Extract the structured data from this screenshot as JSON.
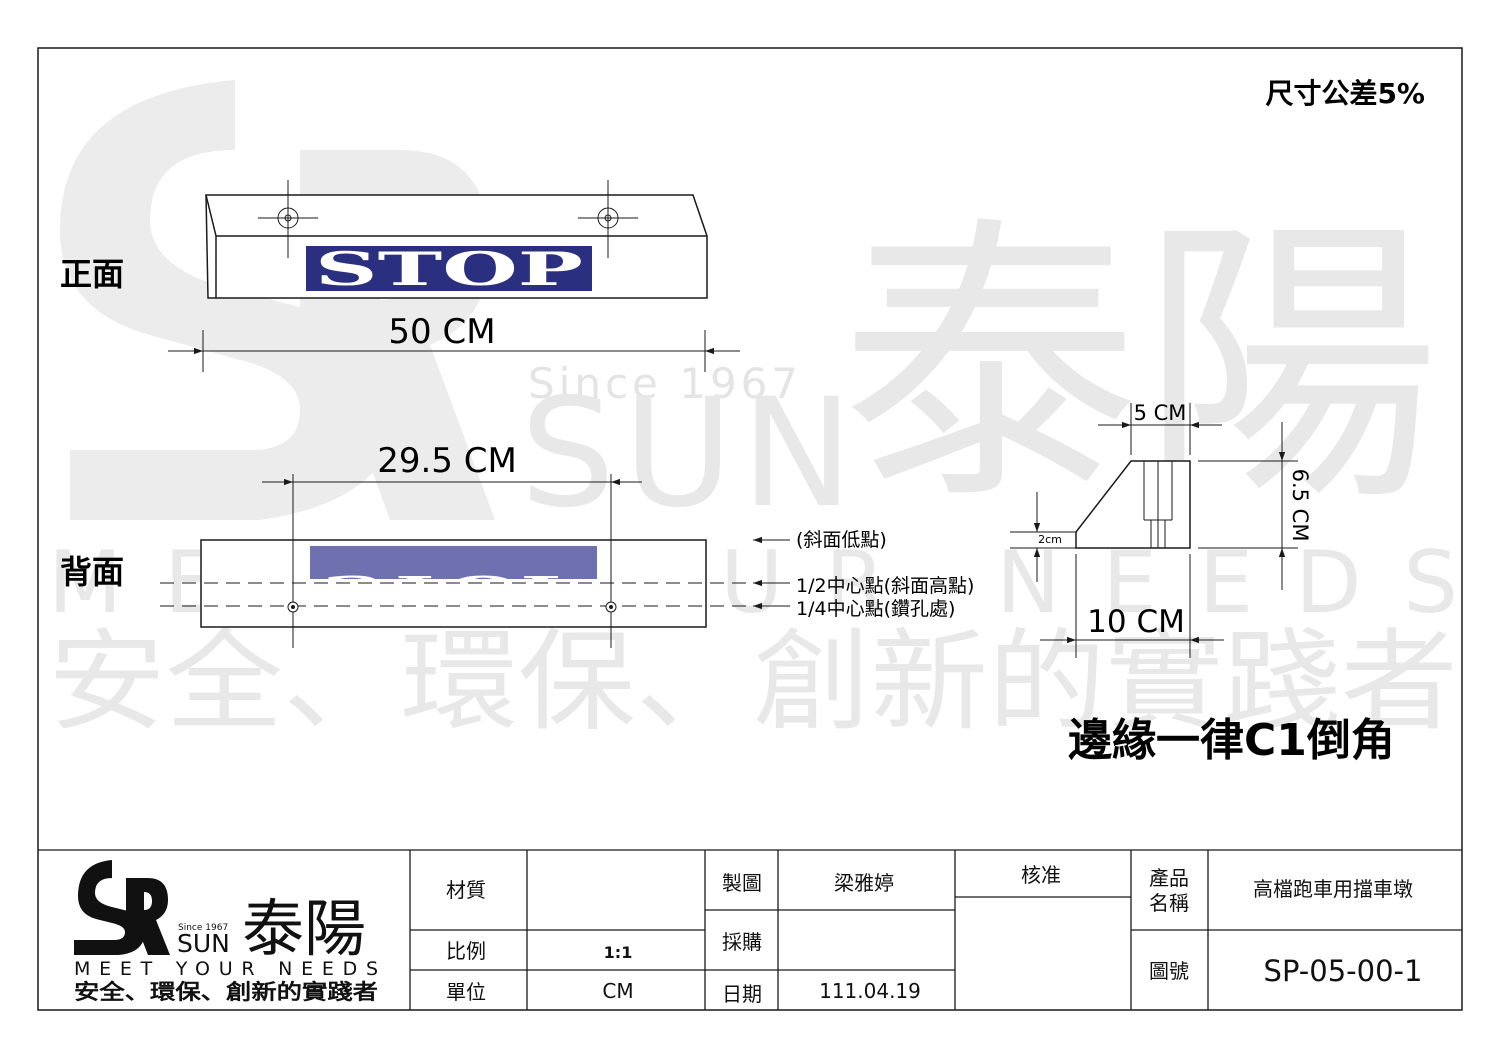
{
  "watermark": {
    "since": "Since 1967",
    "sun": "SUN",
    "slogan_en": "MEET YOUR NEEDS",
    "slogan_zh": "安全、環保、創新的實踐者",
    "brand_zh": "泰陽"
  },
  "drawing": {
    "tolerance": "尺寸公差5%",
    "front_label": "正面",
    "back_label": "背面",
    "stop_text": "STOP",
    "dim_length": "50 CM",
    "dim_hole_spacing": "29.5 CM",
    "dim_top": "5 CM",
    "dim_height": "6.5 CM",
    "dim_base": "10 CM",
    "dim_small": "2cm",
    "note_slope_low": "(斜面低點)",
    "note_half_center": "1/2中心點(斜面高點)",
    "note_quarter_center": "1/4中心點(鑽孔處)",
    "chamfer_note": "邊緣一律C1倒角",
    "colors": {
      "stop_front": "#2b2f7f",
      "stop_back": "#6f70b0",
      "line": "#1a1a1a",
      "watermark": "#e6e6e6"
    }
  },
  "title_block": {
    "logo_since": "Since 1967",
    "logo_sun": "SUN",
    "logo_brand": "泰陽",
    "logo_slogan_en": "MEET YOUR NEEDS",
    "logo_slogan_zh": "安全、環保、創新的實踐者",
    "material_label": "材質",
    "material_value": "",
    "scale_label": "比例",
    "scale_value": "1:1",
    "unit_label": "單位",
    "unit_value": "CM",
    "drawn_label": "製圖",
    "drawn_value": "梁雅婷",
    "purchase_label": "採購",
    "purchase_value": "",
    "date_label": "日期",
    "date_value": "111.04.19",
    "approve_label": "核准",
    "product_label_1": "產品",
    "product_label_2": "名稱",
    "product_value": "高檔跑車用擋車墩",
    "drawing_no_label": "圖號",
    "drawing_no_value": "SP-05-00-1"
  }
}
